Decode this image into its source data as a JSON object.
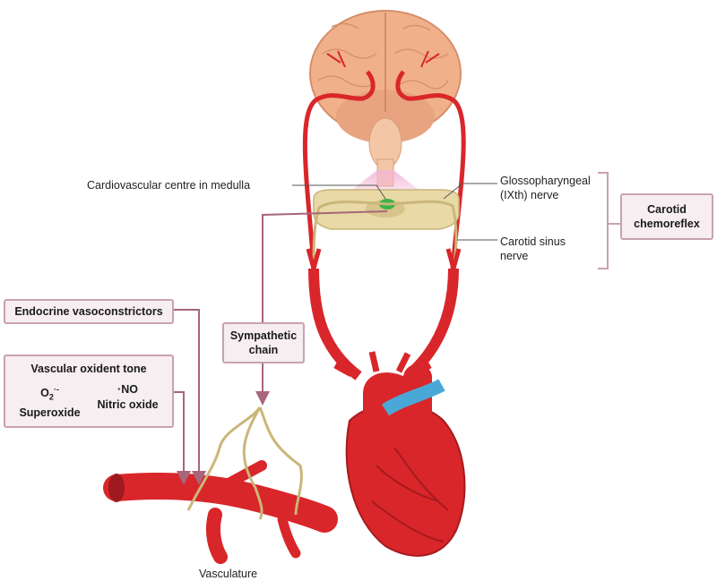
{
  "labels": {
    "cardio_centre": "Cardiovascular centre in medulla",
    "glosso_line1": "Glossopharyngeal",
    "glosso_line2": "(IXth) nerve",
    "carotid_sinus_line1": "Carotid sinus",
    "carotid_sinus_line2": "nerve",
    "vasculature": "Vasculature"
  },
  "boxes": {
    "carotid_chemoreflex": {
      "line1": "Carotid",
      "line2": "chemoreflex"
    },
    "endocrine": "Endocrine vasoconstrictors",
    "sympathetic": {
      "line1": "Sympathetic",
      "line2": "chain"
    },
    "oxident": {
      "title": "Vascular oxident tone",
      "o2_symbol": "O",
      "o2_sub": "2",
      "o2_sup": "·-",
      "no_symbol": "·NO",
      "superoxide": "Superoxide",
      "nitric_oxide": "Nitric oxide"
    }
  },
  "colors": {
    "artery": "#d9262a",
    "vein": "#4aa8d8",
    "brain": "#f0b08a",
    "nerve": "#cbb67a",
    "box_border": "#c9a2ad",
    "arrow": "#a7667a"
  }
}
